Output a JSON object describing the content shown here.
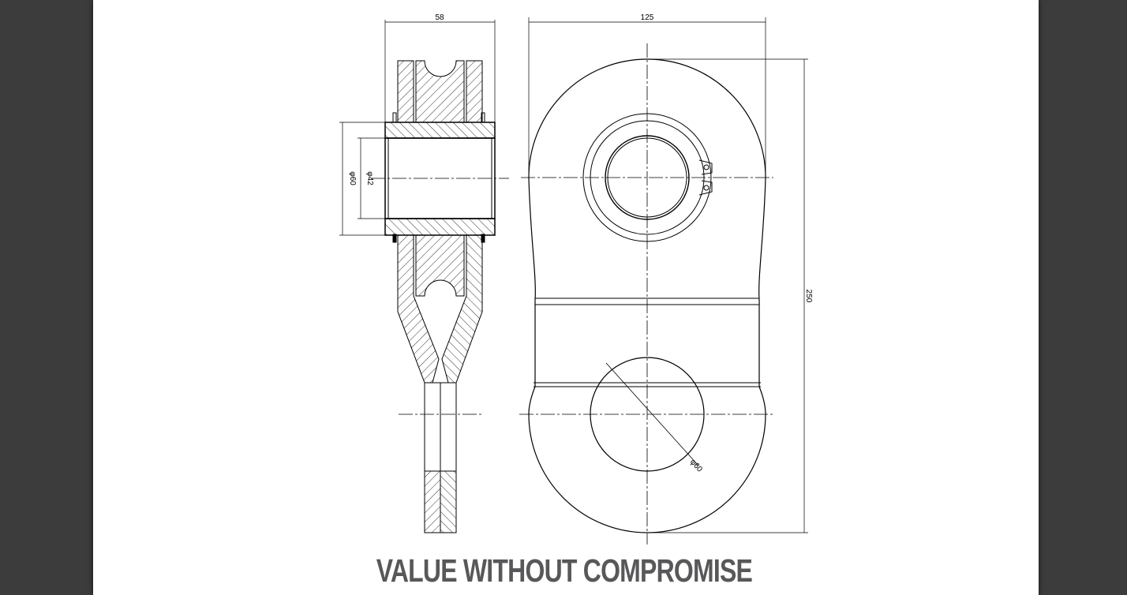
{
  "drawing": {
    "dimensions": {
      "side_width": "58",
      "outer_diameter": "φ60",
      "inner_diameter": "φ42",
      "body_width": "125",
      "body_height": "250",
      "hole_diameter": "φ60"
    }
  },
  "tagline": "VALUE WITHOUT COMPROMISE"
}
